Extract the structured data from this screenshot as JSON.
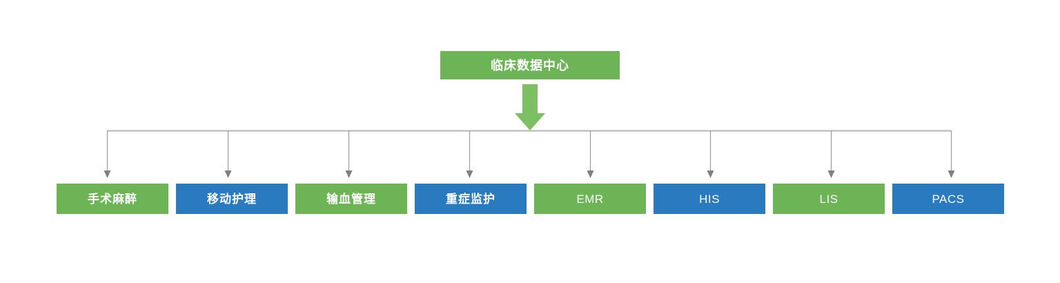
{
  "diagram": {
    "title": "临床数据中心",
    "colors": {
      "green": "#6cb455",
      "blue": "#2a7ac0",
      "connector": "#b5b5b5",
      "arrowhead": "#808080",
      "big_arrow": "#7dc063",
      "label_text": "#ffffff",
      "background": "#ffffff"
    },
    "root": {
      "label": "临床数据中心",
      "color": "green"
    },
    "flow_arrow": {
      "name": "down-arrow",
      "color": "#7dc063",
      "direction": "down"
    },
    "systems": [
      {
        "label": "手术麻醉",
        "color": "green",
        "script": "cjk"
      },
      {
        "label": "移动护理",
        "color": "blue",
        "script": "cjk"
      },
      {
        "label": "输血管理",
        "color": "green",
        "script": "cjk"
      },
      {
        "label": "重症监护",
        "color": "blue",
        "script": "cjk"
      },
      {
        "label": "EMR",
        "color": "green",
        "script": "latin"
      },
      {
        "label": "HIS",
        "color": "blue",
        "script": "latin"
      },
      {
        "label": "LIS",
        "color": "green",
        "script": "latin"
      },
      {
        "label": "PACS",
        "color": "blue",
        "script": "latin"
      }
    ]
  }
}
